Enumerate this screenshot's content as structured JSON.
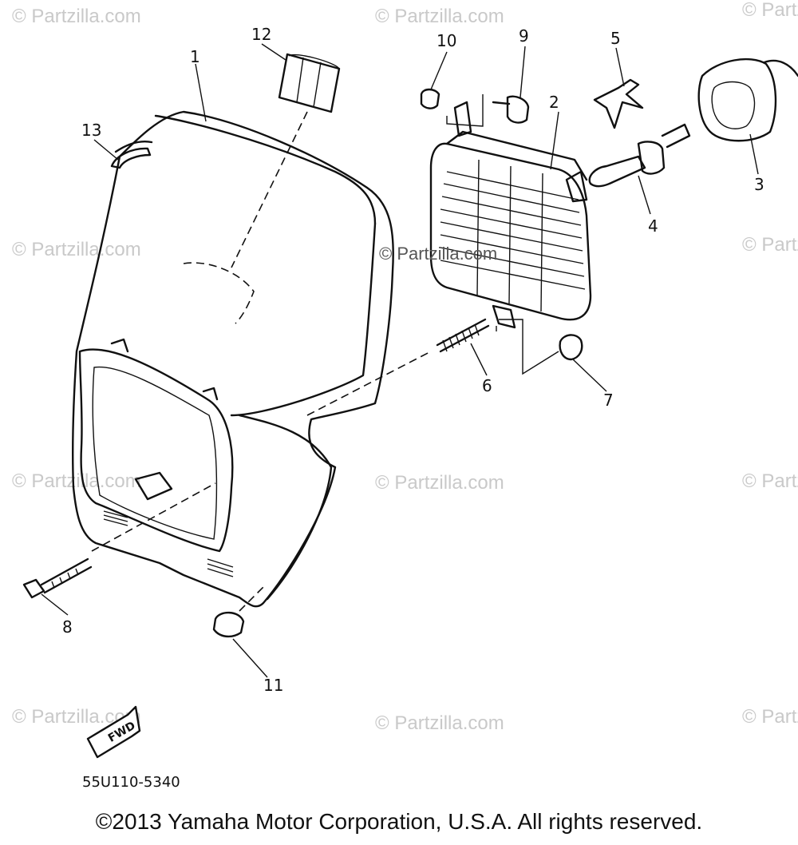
{
  "watermark": "© Partzilla.com",
  "center_watermark": "© Partzilla.com",
  "part_labels": {
    "p1": "1",
    "p2": "2",
    "p3": "3",
    "p4": "4",
    "p5": "5",
    "p6": "6",
    "p7": "7",
    "p8": "8",
    "p9": "9",
    "p10": "10",
    "p11": "11",
    "p12": "12",
    "p13": "13"
  },
  "fwd_label": "FWD",
  "diagram_code": "55U110-5340",
  "copyright": "©2013 Yamaha Motor Corporation, U.S.A. All rights reserved."
}
